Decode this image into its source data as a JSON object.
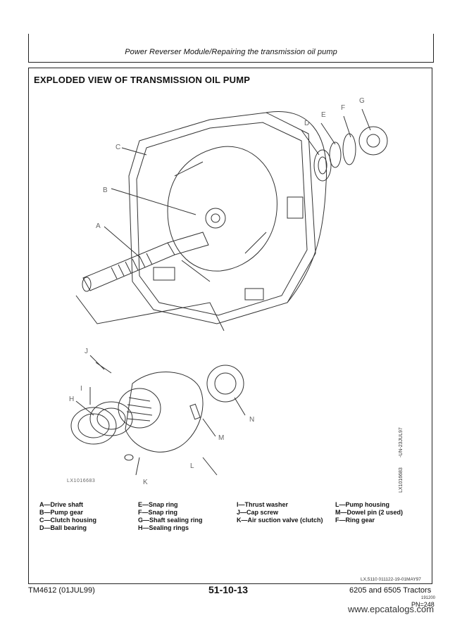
{
  "header": {
    "section_title": "Power Reverser Module/Repairing the transmission oil pump"
  },
  "panel": {
    "title": "EXPLODED VIEW OF TRANSMISSION OIL PUMP"
  },
  "callouts": [
    "A",
    "B",
    "C",
    "D",
    "E",
    "F",
    "G",
    "H",
    "I",
    "J",
    "K",
    "L",
    "M",
    "N"
  ],
  "figure": {
    "side_code_1": "-UN-23JUL97",
    "side_code_2": "LX1016683",
    "stamp": "LX1016683"
  },
  "legend": {
    "col1": [
      "A—Drive shaft",
      "B—Pump gear",
      "C—Clutch housing",
      "D—Ball bearing"
    ],
    "col2": [
      "E—Snap ring",
      "F—Snap ring",
      "G—Shaft sealing ring",
      "H—Sealing rings"
    ],
    "col3": [
      "I—Thrust washer",
      "J—Cap screw",
      "K—Air suction valve (clutch)"
    ],
    "col4": [
      "L—Pump housing",
      "M—Dowel pin (2 used)",
      "F—Ring gear"
    ]
  },
  "reference_code": "LX,5110  011122-19-01MAY97",
  "footer": {
    "left": "TM4612 (01JUL99)",
    "center": "51-10-13",
    "right": "6205 and 6505 Tractors",
    "date": "191200",
    "pn": "PN=248",
    "watermark": "www.epcatalogs.com"
  }
}
